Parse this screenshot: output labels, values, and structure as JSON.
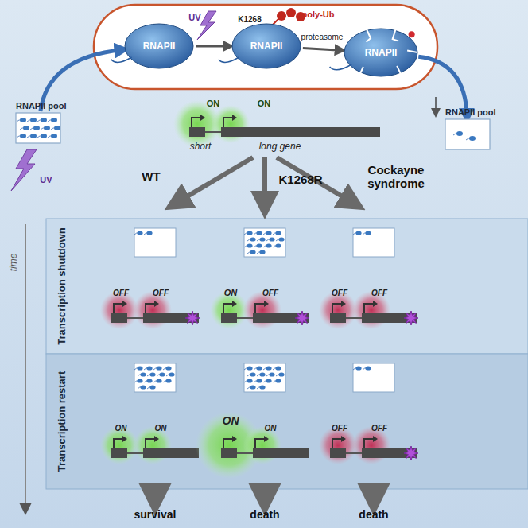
{
  "diagram": {
    "nodes": [
      {
        "text": [
          "RNAPII pool"
        ]
      },
      {
        "text": [
          "RNAPII"
        ]
      },
      {
        "text": [
          "RNAPII"
        ]
      },
      {
        "text": [
          "RNAPII"
        ]
      },
      {
        "text": [
          "RNAPII pool"
        ]
      }
    ],
    "edges": [
      {
        "from": 0,
        "to": 1,
        "arrow": "to"
      },
      {
        "from": 1,
        "to": 2,
        "arrow": "to"
      },
      {
        "from": 2,
        "to": 3,
        "arrow": "to"
      },
      {
        "from": 3,
        "to": 4,
        "arrow": "to"
      }
    ],
    "labels": [
      "K1268",
      "poly-Ub",
      "UV",
      "proteasome",
      "ON",
      "ON",
      "short",
      "long gene",
      "UV",
      "WT",
      "K1268R",
      "Cockayne syndrome",
      "time",
      "Transcription shutdown",
      "Transcription restart",
      "OFF",
      "OFF",
      "ON",
      "OFF",
      "OFF",
      "OFF",
      "ON",
      "ON",
      "ON",
      "ON",
      "OFF",
      "OFF",
      "survival",
      "death",
      "death"
    ]
  }
}
